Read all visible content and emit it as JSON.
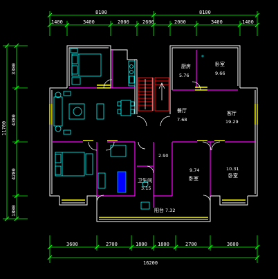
{
  "dimensions": {
    "top_totals": [
      "8100",
      "8100"
    ],
    "top_segments": [
      "1400",
      "3400",
      "2000",
      "2600",
      "2000",
      "3400",
      "1400"
    ],
    "left_segments": [
      "3300",
      "4300",
      "4200",
      "1800"
    ],
    "left_total": "11700",
    "bottom_segments": [
      "3600",
      "2700",
      "1800",
      "1800",
      "2700",
      "3600"
    ],
    "bottom_total": "16200"
  },
  "rooms": {
    "kitchen": "厨房",
    "kitchen_area": "5.76",
    "bedroom_top_right": "卧室",
    "bedroom_top_right_area": "9.66",
    "dining": "餐厅",
    "dining_area": "7.68",
    "living": "客厅",
    "living_area": "19.29",
    "hall_area": "2.90",
    "bedroom_mid_area": "9.74",
    "bedroom_mid": "卧室",
    "bedroom_right_area": "10.31",
    "bedroom_right": "卧室",
    "bathroom": "卫生间",
    "bathroom_area": "3.15",
    "balcony": "阳台",
    "balcony_area": "7.32"
  },
  "colors": {
    "dimension": "#00ff00",
    "wall": "#ffffff",
    "partition": "#ff00ff",
    "window": "#ffff00",
    "fixture": "#00ffff",
    "stair": "#ff0000",
    "sink": "#0000ff"
  }
}
